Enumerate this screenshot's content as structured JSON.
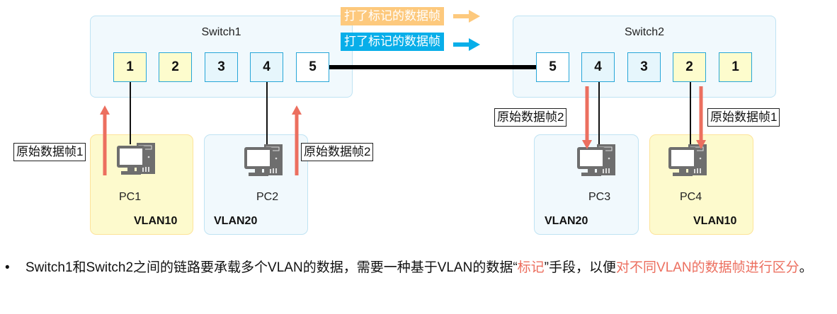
{
  "colors": {
    "vlan10_fill": "#fdfccd",
    "vlan20_fill": "#e6f6fc",
    "port_border": "#27a6d8",
    "orange_tag": "#fdc97d",
    "blue_tag": "#08aee9",
    "frame_arrow": "#ec6f5f",
    "highlight_text": "#ec6f5f"
  },
  "legend": {
    "orange_tag_label": "打了标记的数据帧",
    "blue_tag_label": "打了标记的数据帧"
  },
  "switch1": {
    "title": "Switch1",
    "ports": [
      {
        "label": "1",
        "vlan": "VLAN10"
      },
      {
        "label": "2",
        "vlan": "VLAN10"
      },
      {
        "label": "3",
        "vlan": "VLAN20"
      },
      {
        "label": "4",
        "vlan": "VLAN20"
      },
      {
        "label": "5",
        "vlan": "trunk"
      }
    ]
  },
  "switch2": {
    "title": "Switch2",
    "ports": [
      {
        "label": "5",
        "vlan": "trunk"
      },
      {
        "label": "4",
        "vlan": "VLAN20"
      },
      {
        "label": "3",
        "vlan": "VLAN20"
      },
      {
        "label": "2",
        "vlan": "VLAN10"
      },
      {
        "label": "1",
        "vlan": "VLAN10"
      }
    ]
  },
  "hosts": [
    {
      "name": "PC1",
      "vlan": "VLAN10",
      "frame_label": "原始数据帧1",
      "direction": "up"
    },
    {
      "name": "PC2",
      "vlan": "VLAN20",
      "frame_label": "原始数据帧2",
      "direction": "up"
    },
    {
      "name": "PC3",
      "vlan": "VLAN20",
      "frame_label": "原始数据帧2",
      "direction": "down"
    },
    {
      "name": "PC4",
      "vlan": "VLAN10",
      "frame_label": "原始数据帧1",
      "direction": "down"
    }
  ],
  "bullet": {
    "marker": "•",
    "part1": "Switch1和Switch2之间的链路要承载多个VLAN的数据，需要一种基于VLAN的数据",
    "quote_open": "“",
    "highlight1": "标记",
    "quote_close": "”",
    "part2": "手段，以便",
    "highlight2": "对不同VLAN的数据帧进行区分",
    "end": "。"
  }
}
